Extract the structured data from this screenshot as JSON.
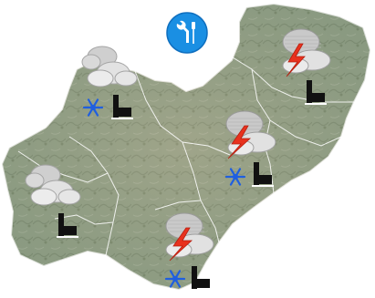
{
  "map": {
    "region_fill": "#8f9f86",
    "region_stroke": "#ffffff",
    "background": "#ffffff"
  },
  "badge": {
    "icon": "wrench-screwdriver-icon",
    "color": "#1a8fe3"
  },
  "forecasts": [
    {
      "id": "northwest",
      "sky": "cloudy-icon",
      "extra": "snowflake-icon",
      "wind": "wind-icon"
    },
    {
      "id": "west",
      "sky": "cloudy-icon",
      "extra": null,
      "wind": "wind-icon"
    },
    {
      "id": "northeast",
      "sky": "thunderstorm-icon",
      "extra": null,
      "wind": "wind-icon"
    },
    {
      "id": "center",
      "sky": "thunderstorm-icon",
      "extra": "snowflake-icon",
      "wind": "wind-icon"
    },
    {
      "id": "south",
      "sky": "thunderstorm-icon",
      "extra": "snowflake-icon",
      "wind": "wind-icon"
    }
  ],
  "colors": {
    "snowflake": "#1f5fe0",
    "lightning": "#e8321e",
    "cloud": "#d6d6d6",
    "wind": "#111111"
  }
}
